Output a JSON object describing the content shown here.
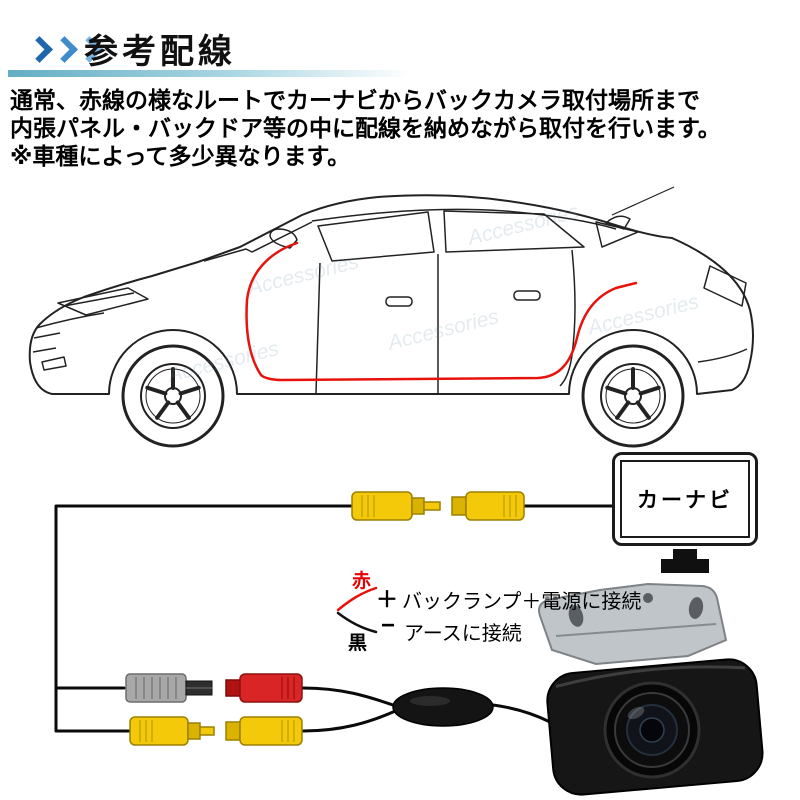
{
  "header": {
    "title": "参考配線"
  },
  "intro": {
    "line1": "通常、赤線の様なルートでカーナビからバックカメラ取付場所まで",
    "line2": "内張パネル・バックドア等の中に配線を納めながら取付を行います。",
    "line3": "※車種によって多少異なります。"
  },
  "watermark": {
    "text": "Accessories"
  },
  "wiring": {
    "navi_label": "カーナビ",
    "red_wire_label": "赤",
    "plus_sign": "＋",
    "plus_text": "バックランプ＋電源に接続",
    "minus_sign": "−",
    "minus_text": "アースに接続",
    "black_wire_label": "黒"
  },
  "colors": {
    "route_red": "#e8120c",
    "connector_yellow": "#f3c90a",
    "connector_red": "#d92525",
    "plug_gray": "#a8a8a8",
    "accent_blue": "#3f8ccd",
    "underline_teal": "#64aec4"
  }
}
